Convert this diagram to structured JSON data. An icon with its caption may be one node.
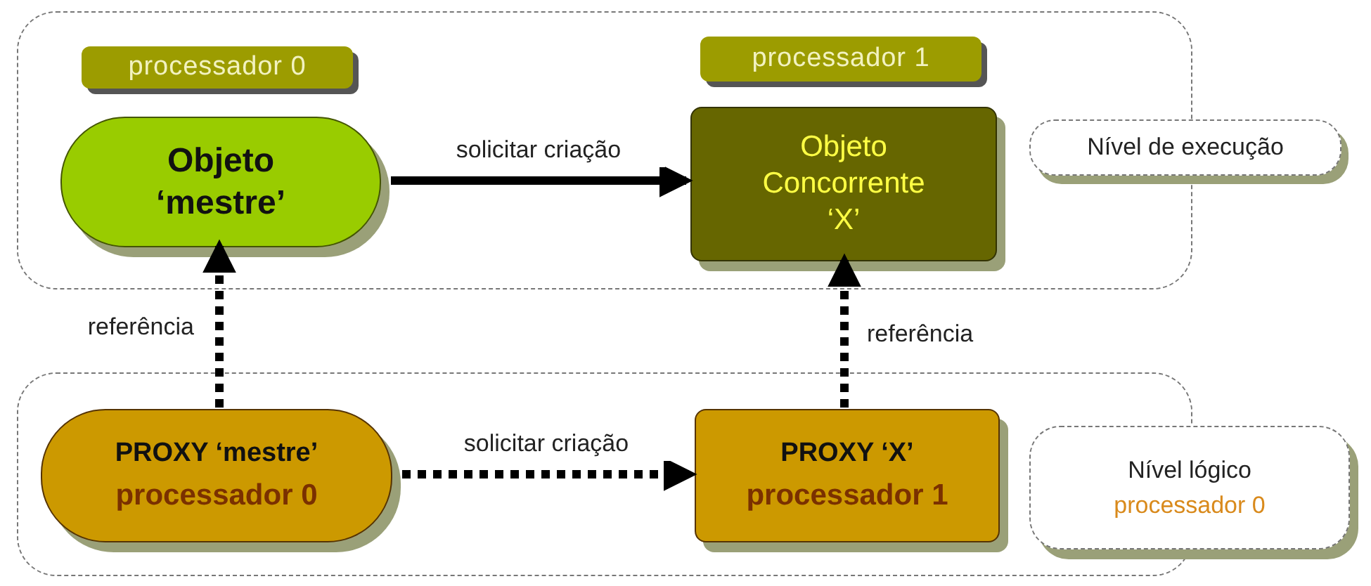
{
  "diagram": {
    "nodes": [
      {
        "text": [],
        "shape": "box"
      },
      {
        "text": [
          "processador 0"
        ],
        "in": 0
      },
      {
        "text": [
          "Objeto ‘mestre’"
        ],
        "in": 0
      },
      {
        "text": [
          "processador 1"
        ],
        "in": 0
      },
      {
        "text": [
          "Objeto Concorrente ‘X’"
        ],
        "in": 0
      },
      {
        "text": [
          "Nível de execução"
        ]
      },
      {
        "text": [],
        "shape": "box"
      },
      {
        "text": [
          "PROXY ‘mestre’",
          "processador 0"
        ],
        "in": 6
      },
      {
        "text": [
          "PROXY ‘X’",
          "processador 1"
        ],
        "in": 6
      },
      {
        "text": [
          "Nível lógico",
          "processador 0"
        ]
      }
    ],
    "edges": [
      {
        "from": 2,
        "to": 4,
        "arrow": "to",
        "label": "solicitar criação"
      },
      {
        "from": 7,
        "to": 8,
        "arrow": "to",
        "label": "solicitar criação",
        "style": "dashed"
      },
      {
        "from": 7,
        "to": 2,
        "arrow": "to",
        "label": "referência",
        "style": "dashed"
      },
      {
        "from": 8,
        "to": 4,
        "arrow": "to",
        "label": "referência",
        "style": "dashed"
      }
    ]
  }
}
